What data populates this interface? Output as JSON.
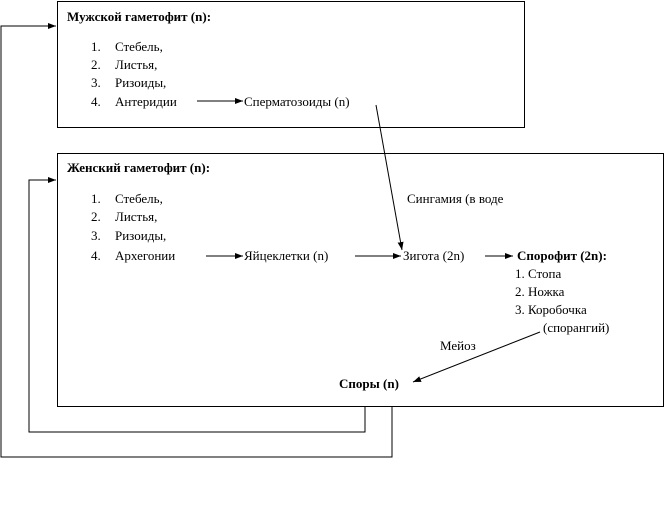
{
  "male": {
    "title": "Мужской гаметофит (n):",
    "items": [
      {
        "num": "1.",
        "label": "Стебель,"
      },
      {
        "num": "2.",
        "label": "Листья,"
      },
      {
        "num": "3.",
        "label": "Ризоиды,"
      },
      {
        "num": "4.",
        "label": "Антеридии"
      }
    ],
    "product": "Сперматозоиды (n)"
  },
  "female": {
    "title": "Женский гаметофит (n):",
    "items": [
      {
        "num": "1.",
        "label": "Стебель,"
      },
      {
        "num": "2.",
        "label": "Листья,"
      },
      {
        "num": "3.",
        "label": "Ризоиды,"
      },
      {
        "num": "4.",
        "label": "Архегонии"
      }
    ],
    "product": "Яйцеклетки (n)"
  },
  "syngamy_label": "Сингамия (в воде",
  "zygote": "Зигота (2n)",
  "sporophyte": {
    "title": "Спорофит (2n):",
    "parts": [
      "1. Стопа",
      "2. Ножка",
      "3. Коробочка"
    ],
    "parts_note": "(спорангий)"
  },
  "meiosis_label": "Мейоз",
  "spores": "Споры (n)"
}
